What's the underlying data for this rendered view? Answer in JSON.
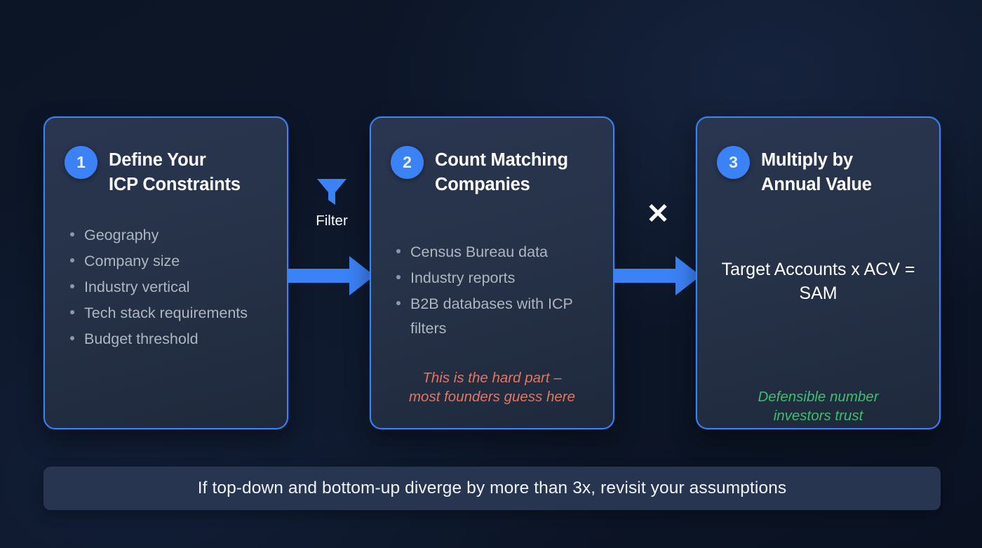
{
  "theme": {
    "background": "#0c1526",
    "card_fill": "#273349",
    "card_border": "#3b82f6",
    "accent_blue": "#3b82f6",
    "bullet_text": "#aeb6c2",
    "warning_red": "#e4755f",
    "success_green": "#3fbf6d",
    "banner_fill": "#283551",
    "title_white": "#ffffff"
  },
  "cards": [
    {
      "step": "1",
      "title": "Define Your\nICP Constraints",
      "bullets": [
        "Geography",
        "Company size",
        "Industry vertical",
        "Tech stack requirements",
        "Budget threshold"
      ]
    },
    {
      "step": "2",
      "title": "Count Matching\nCompanies",
      "bullets": [
        "Census Bureau data",
        "Industry reports",
        "B2B databases with ICP filters"
      ],
      "note": "This is the hard part –\nmost founders guess here"
    },
    {
      "step": "3",
      "title": "Multiply by\nAnnual Value",
      "formula": "Target Accounts x ACV = SAM",
      "note": "Defensible number\ninvestors trust"
    }
  ],
  "connectors": {
    "filter": {
      "icon": "funnel-icon",
      "label": "Filter"
    },
    "multiply": {
      "icon": "multiply-icon",
      "symbol": "✕"
    }
  },
  "footer": {
    "text": "If top-down and bottom-up diverge by more than 3x, revisit your assumptions"
  }
}
